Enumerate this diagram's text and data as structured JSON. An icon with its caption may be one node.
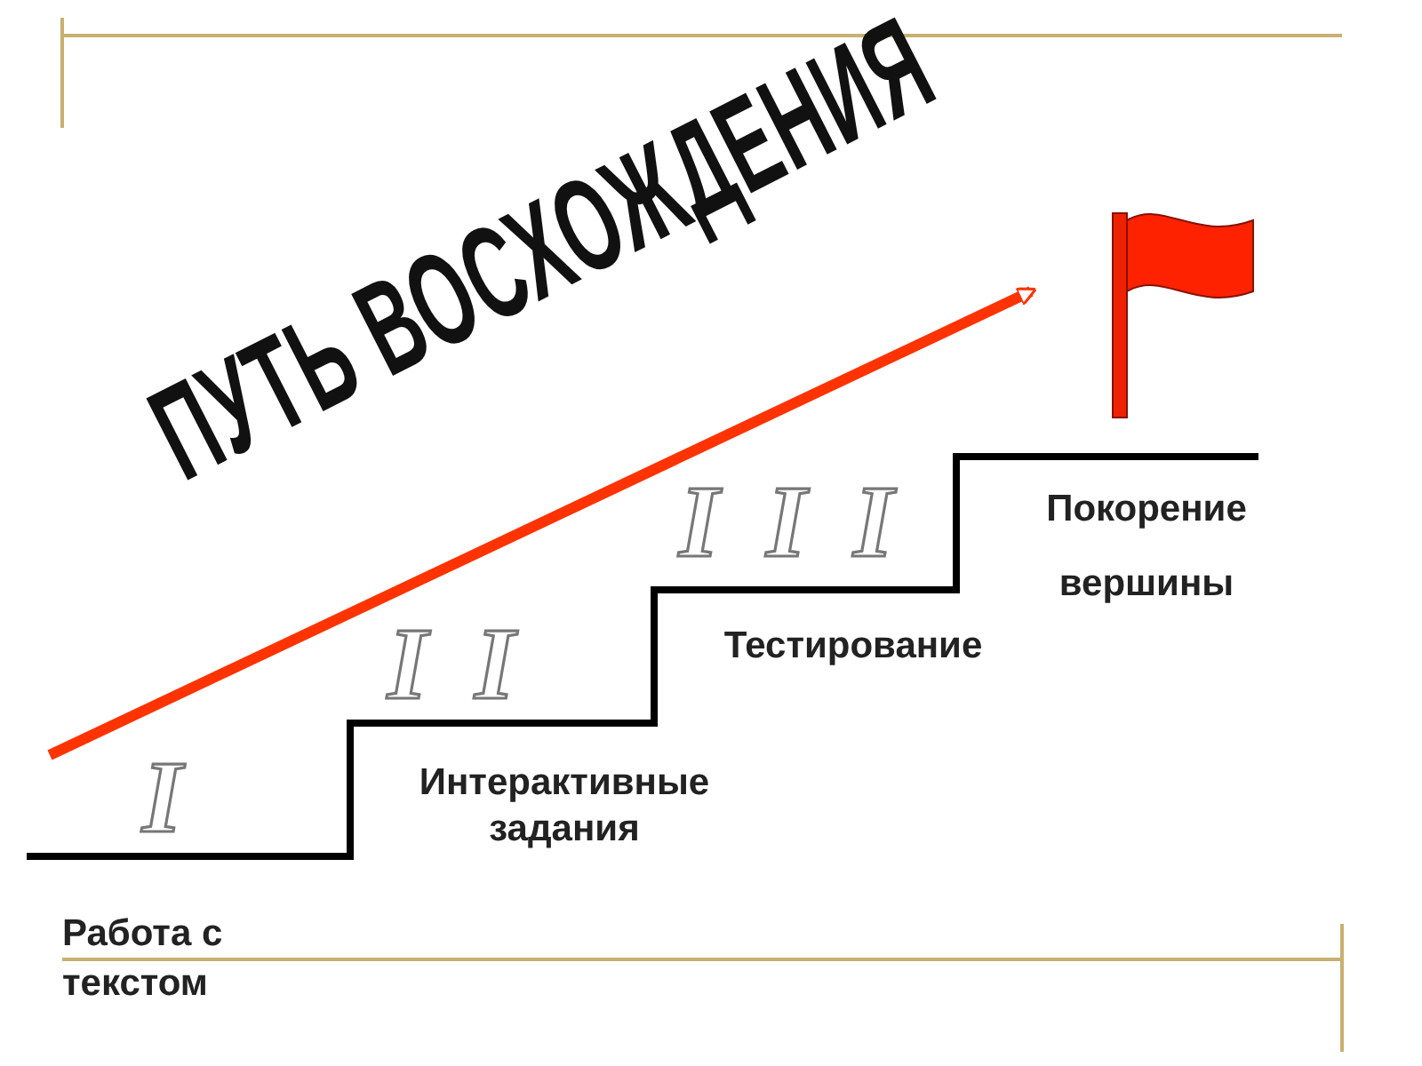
{
  "diagram": {
    "title": "ПУТЬ ВОСХОЖДЕНИЯ",
    "labels": [
      "I",
      "I I",
      "I I I",
      "Покорение вершины",
      "Тестирование",
      "Интерактивные задания",
      "Работа с текстом"
    ]
  }
}
